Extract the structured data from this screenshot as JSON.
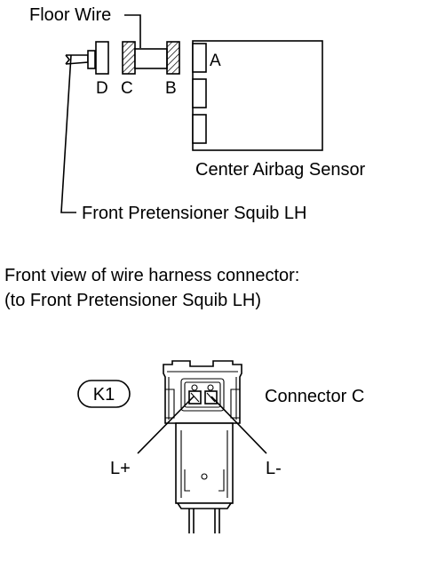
{
  "labels": {
    "floor_wire": "Floor Wire",
    "center_airbag_sensor": "Center Airbag Sensor",
    "front_pretensioner_squib": "Front Pretensioner Squib LH",
    "view_line1": "Front view of wire harness connector:",
    "view_line2": "(to Front Pretensioner Squib LH)",
    "connector_name": "Connector C",
    "connector_code": "K1"
  },
  "connectors": {
    "a": "A",
    "b": "B",
    "c": "C",
    "d": "D"
  },
  "terminals": {
    "plus": "L+",
    "minus": "L-",
    "d_mark": "D"
  }
}
